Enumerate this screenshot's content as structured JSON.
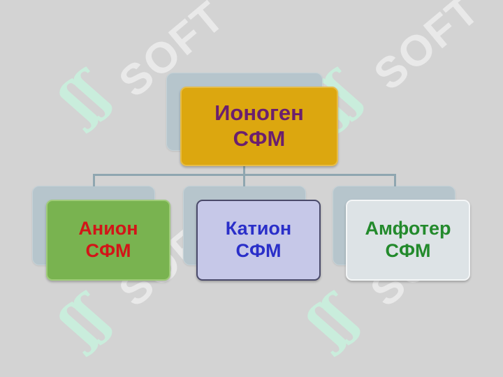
{
  "watermark": {
    "text": "SOFT",
    "glyph": "ʃʃ"
  },
  "diagram": {
    "root": {
      "line1": "Ионоген",
      "line2": "СФМ"
    },
    "children": [
      {
        "line1": "Анион",
        "line2": "СФМ",
        "color": "#d21518",
        "fill": "#79b350"
      },
      {
        "line1": "Катион",
        "line2": "СФМ",
        "color": "#2a2fc9",
        "fill": "#c6c8e8"
      },
      {
        "line1": "Амфотер",
        "line2": "СФМ",
        "color": "#238a2c",
        "fill": "#dde3e6"
      }
    ],
    "root_text_color": "#6b1f6e",
    "root_fill": "#dca70f",
    "background": "#d3d3d3"
  }
}
